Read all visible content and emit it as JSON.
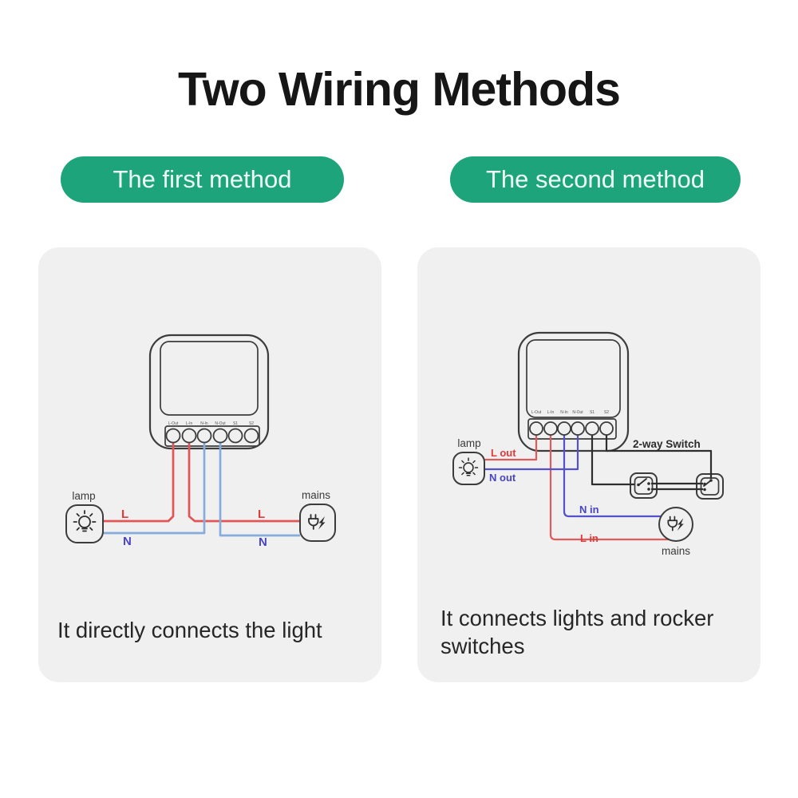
{
  "title": "Two Wiring Methods",
  "colors": {
    "accent_green": "#1ea47b",
    "wire_red": "#e05656",
    "wire_blue_light": "#86acdc",
    "wire_blue_indigo": "#5451c9",
    "wire_black": "#2e2e2e",
    "label_red": "#e03a3a",
    "label_indigo": "#4844c6",
    "panel_bg": "#f0f0f1"
  },
  "device": {
    "terminals": [
      "L-Out",
      "L-In",
      "N-In",
      "N-Out",
      "S1",
      "S2"
    ]
  },
  "method1": {
    "pill": "The first method",
    "caption": "It directly connects the light",
    "lamp": "lamp",
    "mains": "mains",
    "live": "L",
    "neutral": "N"
  },
  "method2": {
    "pill": "The second method",
    "caption": "It connects lights and rocker switches",
    "lamp": "lamp",
    "mains": "mains",
    "l_out": "L out",
    "n_out": "N out",
    "n_in": "N in",
    "l_in": "L in",
    "switch_label": "2-way Switch"
  }
}
